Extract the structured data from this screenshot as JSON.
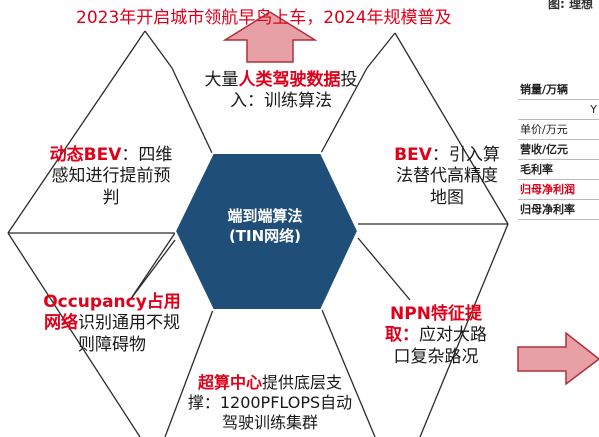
{
  "headline": "2023年开启城市领航早鸟上车，2024年规模普及",
  "cut_title": "图: 理想",
  "center": {
    "line1": "端到端算法",
    "line2": "(TIN网络)"
  },
  "cells": {
    "top": {
      "pre": "大量",
      "red": "人类驾驶数据",
      "post": "投入：训练算法"
    },
    "upper_left": {
      "red": "动态BEV",
      "post": "：四维感知进行提前预判"
    },
    "upper_right": {
      "red": "BEV",
      "post": "：引入算法替代高精度地图"
    },
    "lower_left": {
      "red": "Occupancy占用网络",
      "post": "识别通用不规则障碍物"
    },
    "lower_right": {
      "red": "NPN特征提取：",
      "post": "应对大路口复杂路况"
    },
    "bottom": {
      "red": "超算中心",
      "post": "提供底层支撑：1200PFLOPS自动驾驶训练集群"
    }
  },
  "table_fragment": {
    "rows": [
      "销量/万辆",
      "Y",
      "单价/万元",
      "营收/亿元",
      "毛利率",
      "归母净利润",
      "归母净利率"
    ]
  },
  "colors": {
    "hexagon": "#1f4e79",
    "accent_red": "#e0001a",
    "arrow_fill": "#e6a0a6",
    "arrow_stroke": "#b0303a"
  }
}
